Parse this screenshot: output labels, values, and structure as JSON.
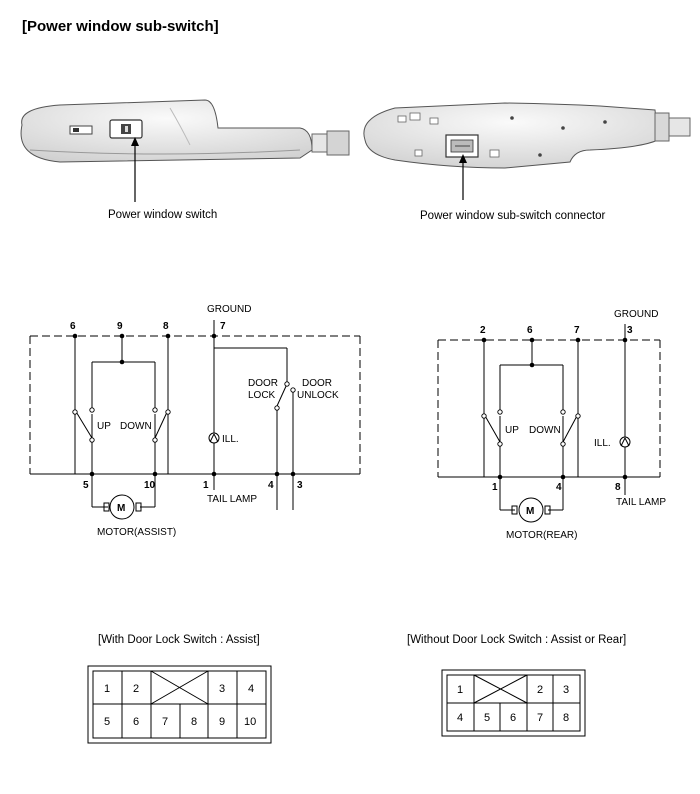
{
  "title": "[Power window sub-switch]",
  "photos": {
    "left_caption": "Power window switch",
    "right_caption": "Power window sub-switch connector"
  },
  "circuit_assist": {
    "ground": "GROUND",
    "pins": {
      "p6": "6",
      "p9": "9",
      "p8": "8",
      "p7": "7",
      "p5": "5",
      "p10": "10",
      "p1": "1",
      "p4": "4",
      "p3": "3"
    },
    "up": "UP",
    "down": "DOWN",
    "ill": "ILL.",
    "door_lock_1": "DOOR",
    "door_lock_2": "LOCK",
    "door_unlock_1": "DOOR",
    "door_unlock_2": "UNLOCK",
    "tail_lamp": "TAIL LAMP",
    "motor": "M",
    "motor_label": "MOTOR(ASSIST)"
  },
  "circuit_rear": {
    "ground": "GROUND",
    "pins": {
      "p2": "2",
      "p6": "6",
      "p7": "7",
      "p3": "3",
      "p1": "1",
      "p4": "4",
      "p8": "8"
    },
    "up": "UP",
    "down": "DOWN",
    "ill": "ILL.",
    "tail_lamp": "TAIL LAMP",
    "motor": "M",
    "motor_label": "MOTOR(REAR)"
  },
  "connector_assist": {
    "caption": "[With Door Lock Switch : Assist]",
    "top_row": [
      "1",
      "2",
      "3",
      "4"
    ],
    "bottom_row": [
      "5",
      "6",
      "7",
      "8",
      "9",
      "10"
    ]
  },
  "connector_rear": {
    "caption": "[Without Door Lock Switch : Assist or Rear]",
    "top_row": [
      "1",
      "2",
      "3"
    ],
    "bottom_row": [
      "4",
      "5",
      "6",
      "7",
      "8"
    ]
  }
}
